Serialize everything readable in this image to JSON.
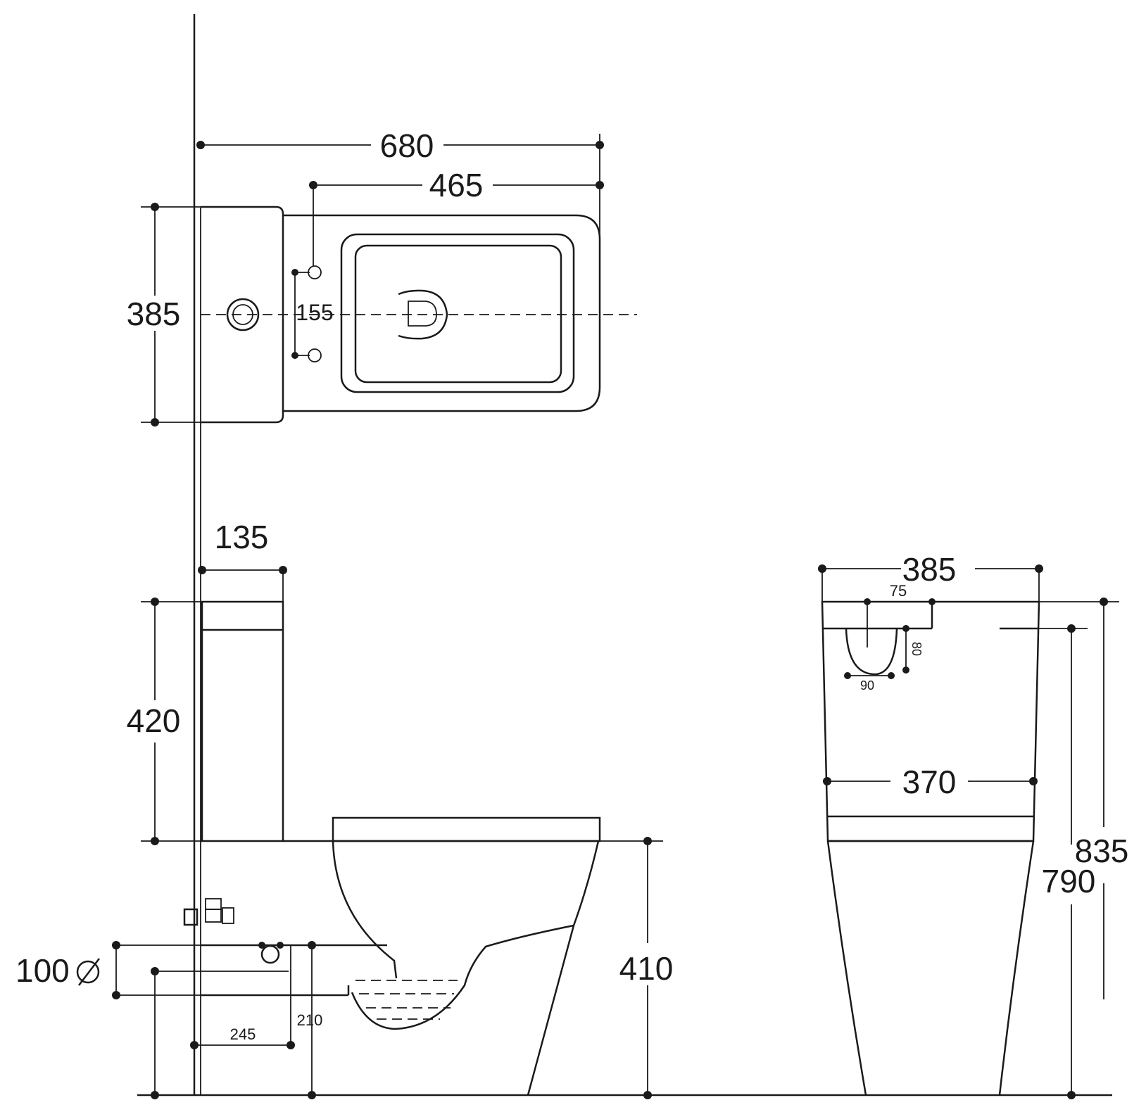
{
  "dimensions": {
    "top_overall_length": "680",
    "top_bowl_length": "465",
    "top_width": "385",
    "top_seat_hole_spacing": "155",
    "side_tank_depth": "135",
    "side_tank_height": "420",
    "side_seat_height": "410",
    "side_outlet_diameter": "100",
    "side_outlet_height": "210",
    "side_outlet_distance": "245",
    "front_width": "385",
    "front_button_offset": "75",
    "front_cutout_height": "80",
    "front_cutout_width": "90",
    "front_tank_width": "370",
    "front_height_total": "835",
    "front_height_tank": "790"
  }
}
